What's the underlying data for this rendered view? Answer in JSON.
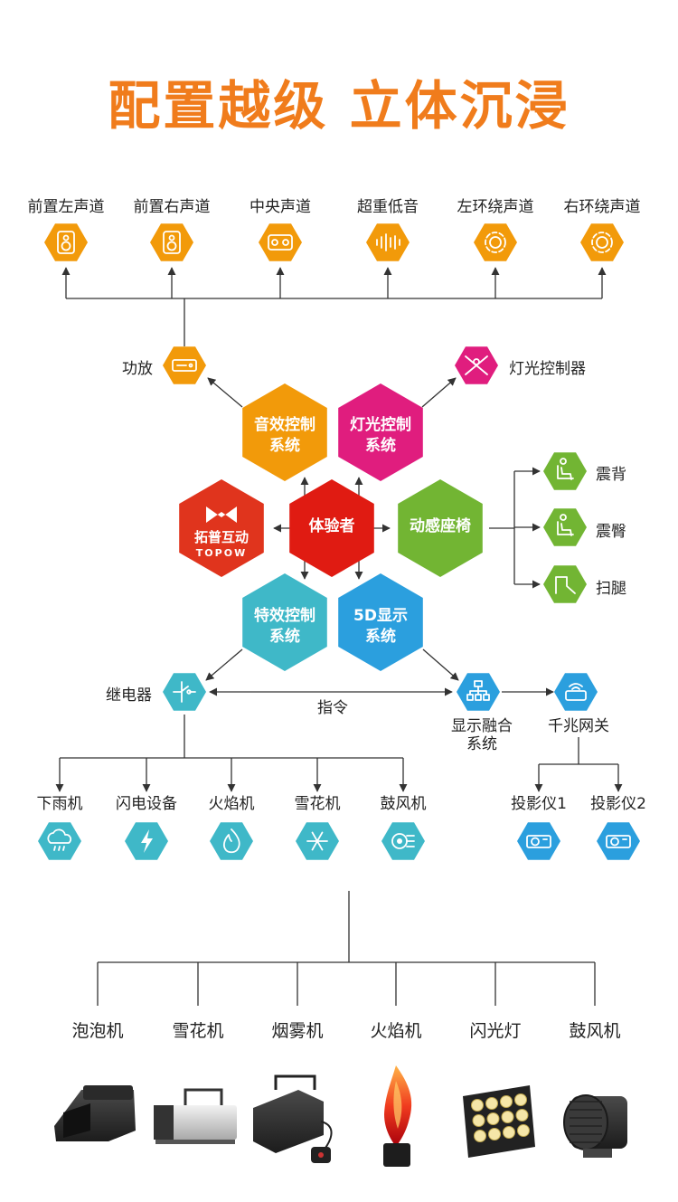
{
  "title": "配置越级  立体沉浸",
  "colors": {
    "orange": "#f29a0a",
    "pink": "#e01d7e",
    "red": "#e01b12",
    "green": "#72b533",
    "teal": "#3fb8c8",
    "blue": "#2b9fde",
    "darkred": "#e0341d"
  },
  "speakers": [
    {
      "label": "前置左声道",
      "icon": "speaker-icon"
    },
    {
      "label": "前置右声道",
      "icon": "speaker-icon"
    },
    {
      "label": "中央声道",
      "icon": "center-speaker-icon"
    },
    {
      "label": "超重低音",
      "icon": "soundwave-icon"
    },
    {
      "label": "左环绕声道",
      "icon": "surround-icon"
    },
    {
      "label": "右环绕声道",
      "icon": "surround-icon"
    }
  ],
  "amp": {
    "label": "功放",
    "icon": "amplifier-icon"
  },
  "light_controller": {
    "label": "灯光控制器",
    "icon": "stage-light-icon"
  },
  "hubs": {
    "audio": {
      "line1": "音效控制",
      "line2": "系统"
    },
    "light": {
      "line1": "灯光控制",
      "line2": "系统"
    },
    "center": {
      "label": "体验者"
    },
    "seat": {
      "label": "动感座椅"
    },
    "effects": {
      "line1": "特效控制",
      "line2": "系统"
    },
    "display": {
      "line1": "5D显示",
      "line2": "系统"
    },
    "brand": {
      "name": "拓普互动",
      "en": "TOPOW"
    }
  },
  "seat_features": [
    {
      "label": "震背",
      "icon": "seat-back-icon"
    },
    {
      "label": "震臀",
      "icon": "seat-hip-icon"
    },
    {
      "label": "扫腿",
      "icon": "leg-sweep-icon"
    }
  ],
  "relay": {
    "label": "继电器",
    "icon": "relay-icon"
  },
  "command": {
    "label": "指令"
  },
  "fusion": {
    "line1": "显示融合",
    "line2": "系统",
    "icon": "network-icon"
  },
  "gateway": {
    "label": "千兆网关",
    "icon": "router-icon"
  },
  "effects": [
    {
      "label": "下雨机",
      "icon": "rain-cloud-icon"
    },
    {
      "label": "闪电设备",
      "icon": "lightning-icon"
    },
    {
      "label": "火焰机",
      "icon": "flame-icon"
    },
    {
      "label": "雪花机",
      "icon": "snowflake-icon"
    },
    {
      "label": "鼓风机",
      "icon": "fan-icon"
    }
  ],
  "projectors": [
    {
      "label": "投影仪1",
      "icon": "projector-icon"
    },
    {
      "label": "投影仪2",
      "icon": "projector-icon"
    }
  ],
  "machines": [
    {
      "label": "泡泡机"
    },
    {
      "label": "雪花机"
    },
    {
      "label": "烟雾机"
    },
    {
      "label": "火焰机"
    },
    {
      "label": "闪光灯"
    },
    {
      "label": "鼓风机"
    }
  ]
}
